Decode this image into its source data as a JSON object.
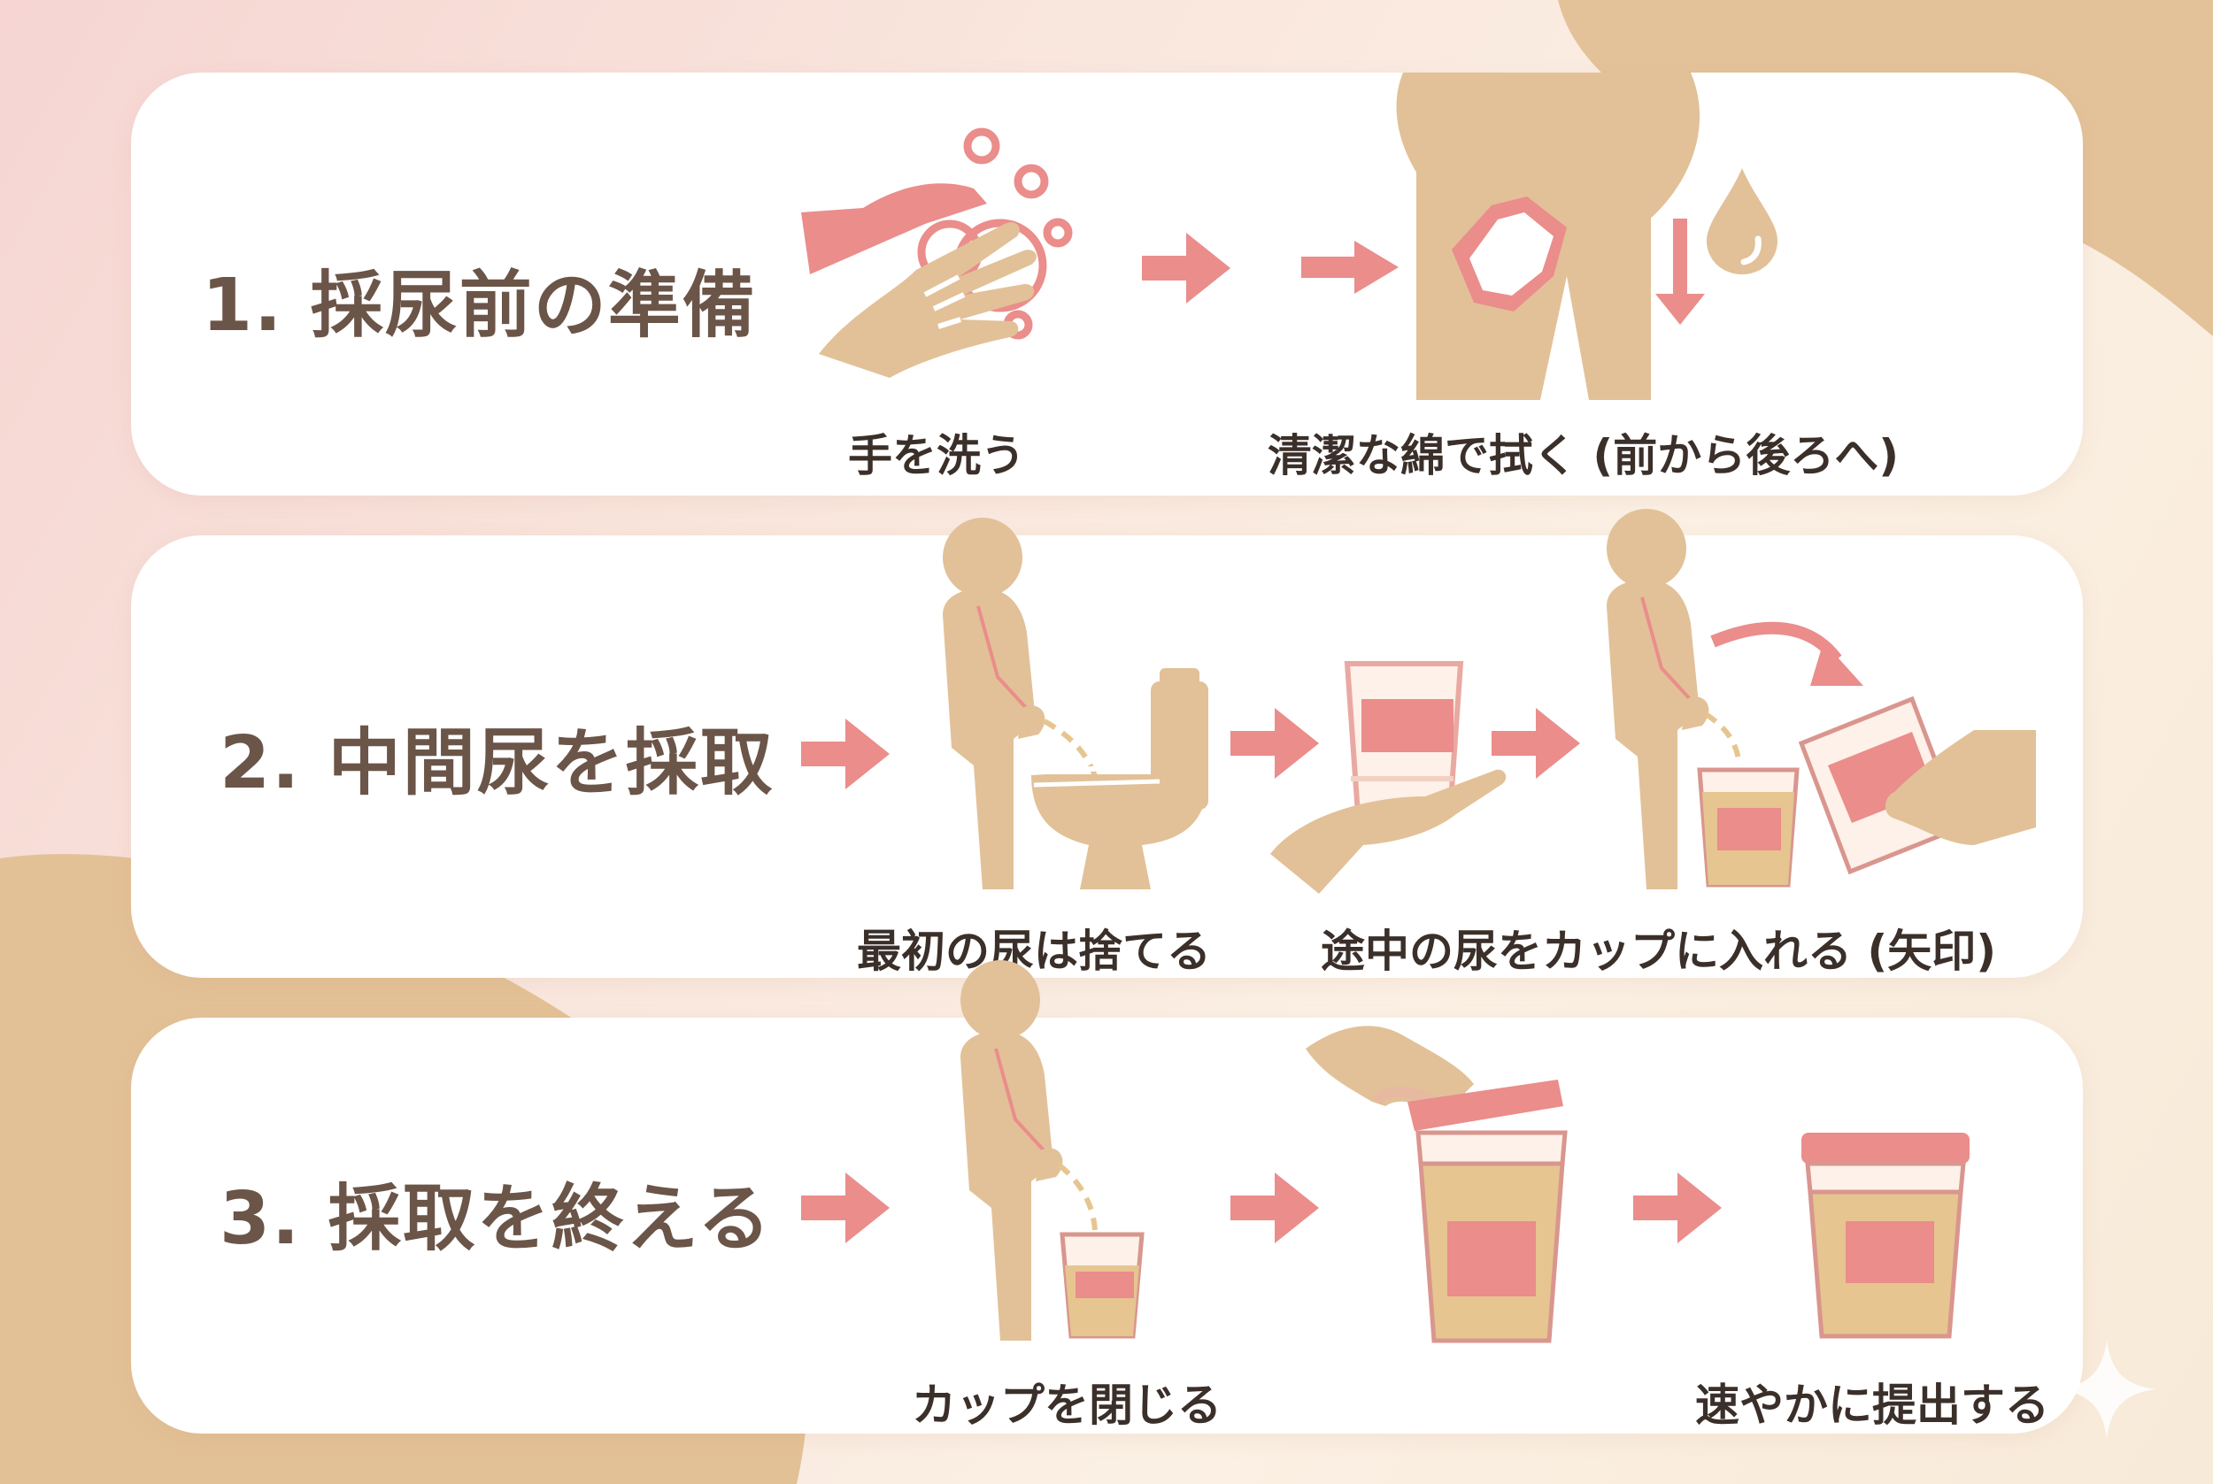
{
  "colors": {
    "skin": "#e2c198",
    "pink": "#ea8d8b",
    "pink_light": "#f2b8b2",
    "title_text": "#6b5548",
    "caption_text": "#3b2f2a",
    "urine": "#e6c590",
    "panel": "#ffffff"
  },
  "steps": [
    {
      "title": "1. 採尿前の準備",
      "captions": [
        "手を洗う",
        "清潔な綿で拭く (前から後ろへ)"
      ],
      "icons": [
        "hand-washing-icon",
        "arrow-right-icon",
        "wiping-front-to-back-icon",
        "water-drop-icon"
      ]
    },
    {
      "title": "2. 中間尿を採取",
      "captions": [
        "最初の尿は捨てる",
        "途中の尿をカップに入れる (矢印)"
      ],
      "icons": [
        "arrow-right-icon",
        "person-urinating-icon",
        "toilet-icon",
        "cup-in-hand-icon",
        "person-urinating-into-cup-icon",
        "hand-holding-cup-icon"
      ]
    },
    {
      "title": "3. 採取を終える",
      "captions": [
        "カップを閉じる",
        "速やかに提出する"
      ],
      "icons": [
        "arrow-right-icon",
        "person-urinating-icon",
        "closing-cup-lid-icon",
        "sealed-sample-cup-icon"
      ]
    }
  ]
}
